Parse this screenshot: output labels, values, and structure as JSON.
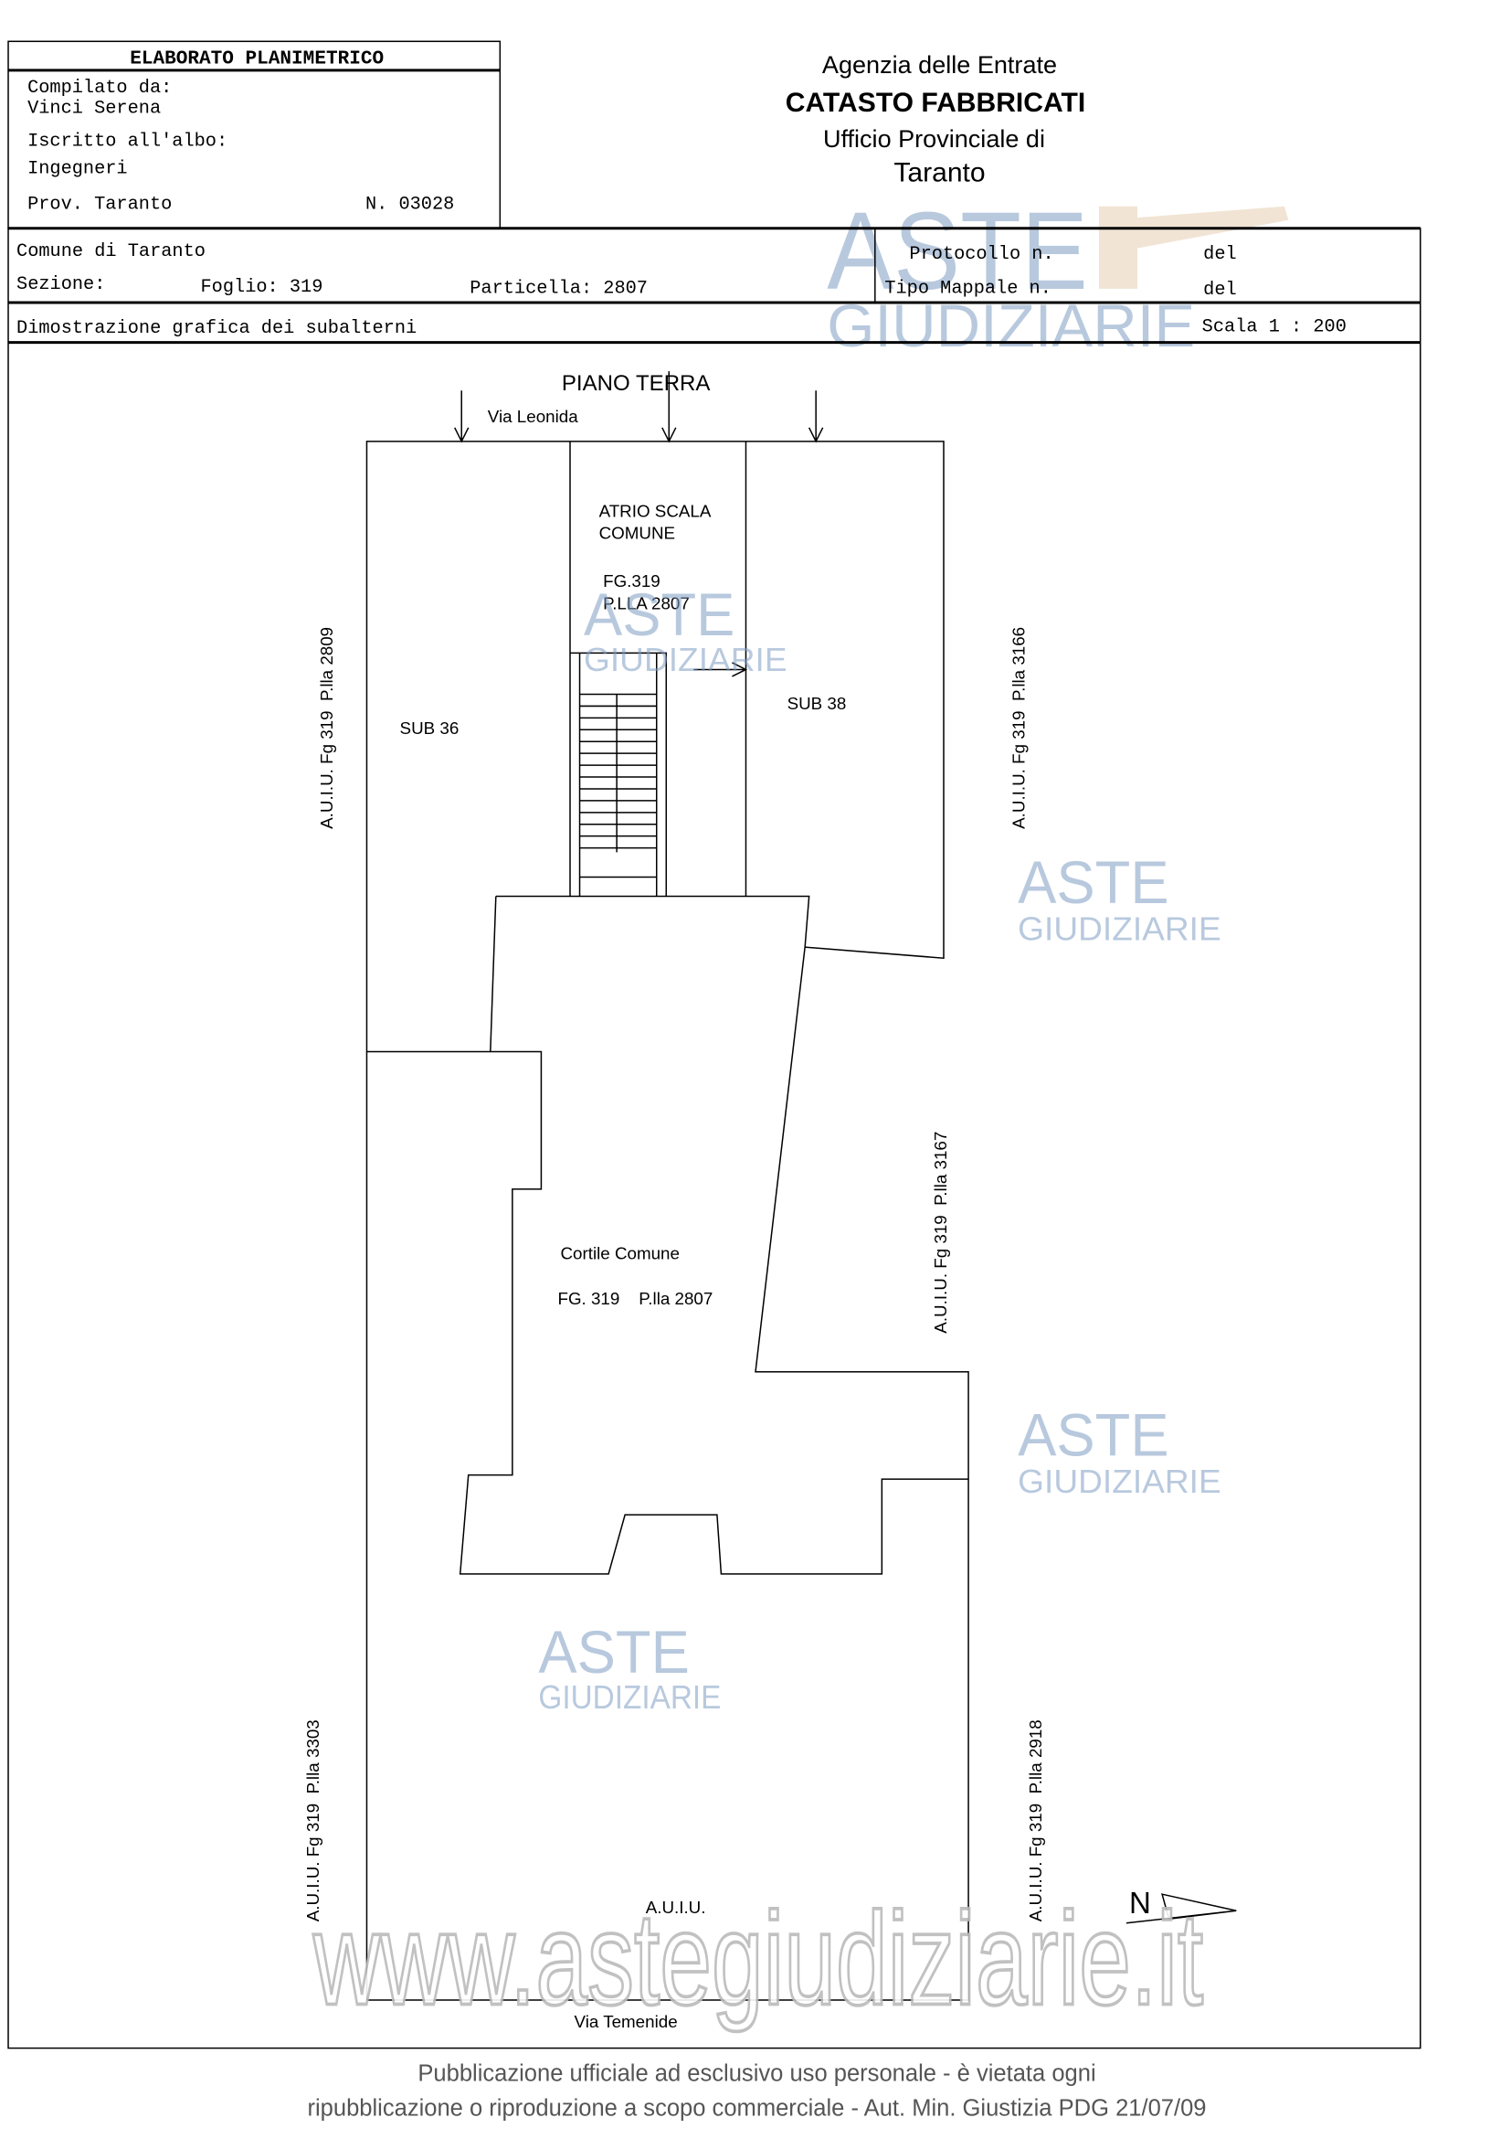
{
  "header": {
    "title": "ELABORATO PLANIMETRICO",
    "compiled_by_label": "Compilato da:",
    "compiled_by": "Vinci Serena",
    "register_label": "Iscritto all'albo:",
    "register": "Ingegneri",
    "province": "Prov. Taranto",
    "number": "N. 03028",
    "agency": "Agenzia delle Entrate",
    "catasto": "CATASTO FABBRICATI",
    "office": "Ufficio Provinciale di",
    "office_city": "Taranto"
  },
  "info": {
    "comune": "Comune di Taranto",
    "sezione": "Sezione:",
    "foglio": "Foglio: 319",
    "particella": "Particella: 2807",
    "protocollo": "Protocollo n.",
    "tipo_mappale": "Tipo Mappale n.",
    "del1": "del",
    "del2": "del",
    "description": "Dimostrazione grafica dei subalterni",
    "scale": "Scala 1 : 200"
  },
  "plan": {
    "floor": "PIANO TERRA",
    "street_top": "Via Leonida",
    "street_bottom": "Via Temenide",
    "atrio_1": "ATRIO SCALA",
    "atrio_2": "COMUNE",
    "atrio_fg": "FG.319",
    "atrio_plla": "P.LLA 2807",
    "sub36": "SUB 36",
    "sub38": "SUB 38",
    "cortile": "Cortile Comune",
    "cortile_ref": "FG. 319    P.lla 2807",
    "bottom_neighbor": "A.U.I.U.",
    "left_top": "A.U.I.U. Fg 319  P.lla 2809",
    "right_top": "A.U.I.U. Fg 319  P.lla 3166",
    "right_mid": "A.U.I.U. Fg 319  P.lla 3167",
    "left_bottom": "A.U.I.U. Fg 319  P.lla 3303",
    "right_bottom": "A.U.I.U. Fg 319  P.lla 2918",
    "north": "N"
  },
  "watermark": {
    "aste": "ASTE",
    "giudiziarie": "GIUDIZIARIE",
    "url": "www.astegiudiziarie.it"
  },
  "footer": {
    "line1": "Pubblicazione ufficiale ad esclusivo uso personale - è vietata ogni",
    "line2": "ripubblicazione o riproduzione a scopo commerciale - Aut. Min. Giustizia PDG 21/07/09"
  }
}
